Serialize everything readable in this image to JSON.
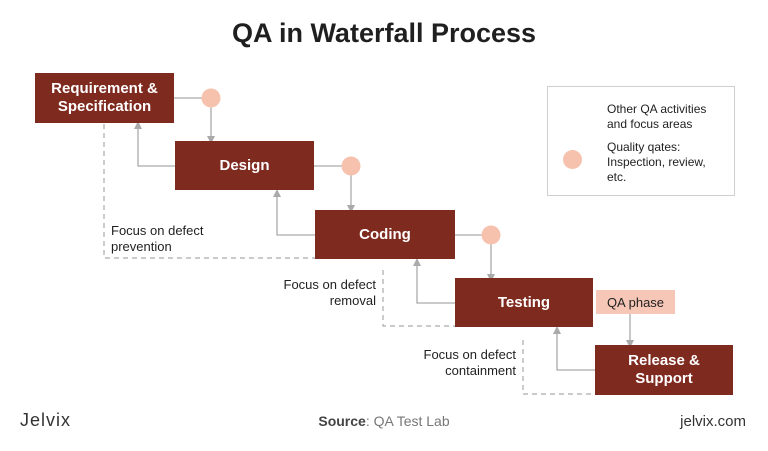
{
  "title": "QA in Waterfall Process",
  "stages": [
    {
      "id": "requirement",
      "label": "Requirement &\nSpecification"
    },
    {
      "id": "design",
      "label": "Design"
    },
    {
      "id": "coding",
      "label": "Coding"
    },
    {
      "id": "testing",
      "label": "Testing"
    },
    {
      "id": "release",
      "label": "Release &\nSupport"
    }
  ],
  "focus_areas": {
    "prevention": "Focus on defect\nprevention",
    "removal": "Focus on defect\nremoval",
    "containment": "Focus on defect\ncontainment"
  },
  "qa_phase_label": "QA phase",
  "legend": {
    "dashed_label": "Other QA activities\nand focus areas",
    "circle_label": "Quality qates:\nInspection, review,\netc."
  },
  "footer": {
    "logo": "Jelvix",
    "source_prefix": "Source",
    "source_text": ": QA Test Lab",
    "site": "jelvix.com"
  },
  "colors": {
    "stage_fill": "#7f2a1f",
    "gate_fill": "#f6c2ae",
    "qa_phase_fill": "#f6c7b7",
    "connector": "#aaaaaa"
  }
}
